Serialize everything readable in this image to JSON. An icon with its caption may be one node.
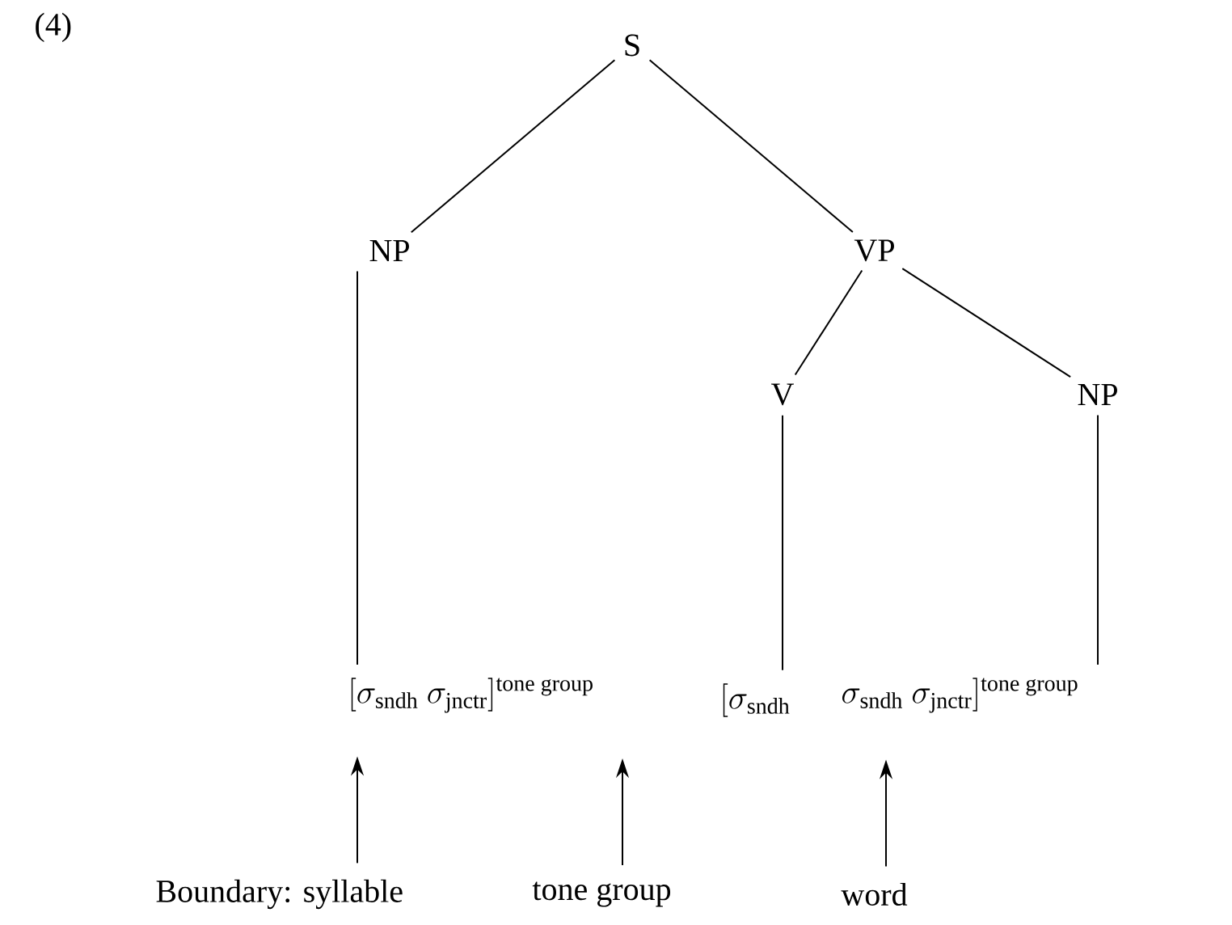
{
  "diagram": {
    "nodes": [
      {
        "text": [
          "S"
        ]
      },
      {
        "text": [
          "NP"
        ]
      },
      {
        "text": [
          "VP"
        ]
      },
      {
        "text": [
          "V"
        ]
      },
      {
        "text": [
          "NP"
        ]
      },
      {
        "text": [
          "[\\sigma_{\\text{sndh}}\\ \\sigma_{\\text{jnctr}}]^{\\text{tone group}}"
        ]
      },
      {
        "text": [
          "[\\sigma_{\\text{sndh}}"
        ]
      },
      {
        "text": [
          "\\sigma_{\\text{sndh}}\\ \\sigma_{\\text{jnctr}}]^{\\text{tone group}}"
        ]
      },
      {
        "text": [
          "Boundary: syllable"
        ]
      },
      {
        "text": [
          "tone group"
        ]
      },
      {
        "text": [
          "word"
        ]
      }
    ],
    "edges": [
      {
        "from": 0,
        "to": 1,
        "arrow": "none"
      },
      {
        "from": 0,
        "to": 2,
        "arrow": "none"
      },
      {
        "from": 1,
        "to": 5,
        "arrow": "none"
      },
      {
        "from": 2,
        "to": 3,
        "arrow": "none"
      },
      {
        "from": 2,
        "to": 4,
        "arrow": "none"
      },
      {
        "from": 3,
        "to": 6,
        "arrow": "none"
      },
      {
        "from": 4,
        "to": 7,
        "arrow": "none"
      },
      {
        "from": 8,
        "to": null,
        "arrow": "to"
      },
      {
        "from": 9,
        "to": null,
        "arrow": "to"
      },
      {
        "from": 10,
        "to": null,
        "arrow": "to"
      }
    ],
    "labels": [
      "(4)"
    ]
  }
}
